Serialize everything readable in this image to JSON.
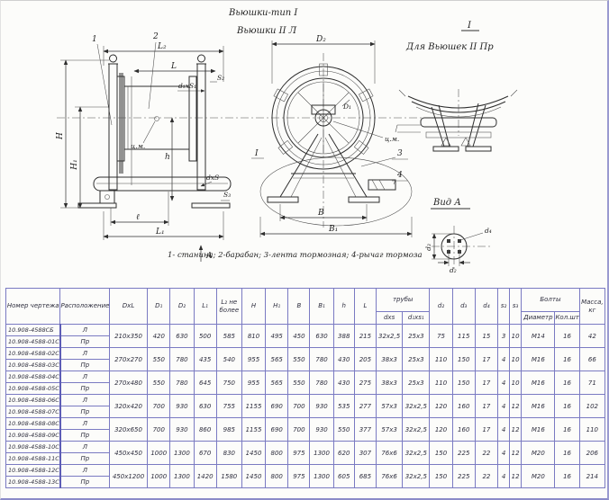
{
  "titles": {
    "type_line": "Вьюшки-тип I",
    "sub_line": "Вьюшки II Л",
    "section_mark": "I",
    "for_line": "Для Вьюшек II Пр",
    "view_a": "Вид А",
    "caption": "1- станина;  2-барабан;  3-лента тормозная;  4-рычаг тормоза"
  },
  "drawing": {
    "callouts": {
      "c1": "1",
      "c2": "2",
      "c3": "3",
      "c4": "4"
    },
    "left": {
      "L2": "L₂",
      "L": "L",
      "s2": "S₂",
      "d1s1": "d₁хS₁",
      "H": "H",
      "H1": "H₁",
      "h": "h",
      "cm": "ц.м.",
      "dxs": "dхS",
      "s3": "S₃",
      "l": "ℓ",
      "L1": "L₁",
      "A": "А"
    },
    "mid": {
      "D2": "D₂",
      "D1": "D₁",
      "cm": "ц.м.",
      "B": "В",
      "B1": "В₁",
      "mark": "I"
    },
    "flange": {
      "d2": "d₂",
      "d3": "d₃",
      "d4": "d₄"
    }
  },
  "table": {
    "headers": {
      "num": "Номер чертежа",
      "pos": "Расположение",
      "dxl": "DхL",
      "d1": "D₁",
      "d2": "D₂",
      "l1": "L₁",
      "l2": "L₂ не более",
      "h": "H",
      "h1": "H₁",
      "b": "B",
      "b1": "B₁",
      "hs": "h",
      "l": "L",
      "pipes": "трубы",
      "pipes_dxs": "dхs",
      "pipes_d1xs1": "d₁хs₁",
      "dd2": "d₂",
      "dd3": "d₃",
      "dd4": "d₄",
      "s2": "s₂",
      "s3": "s₃",
      "bolts": "Болты",
      "bolt_d": "Диаметр",
      "bolt_n": "Кол.шт",
      "mass": "Масса, кг"
    },
    "value_keys": [
      "dxl",
      "d1",
      "d2",
      "l1",
      "l2",
      "h",
      "h1",
      "b",
      "b1",
      "hs",
      "l",
      "pipe_dxs",
      "pipe_d1xs1",
      "dd2",
      "dd3",
      "dd4",
      "s2",
      "s3",
      "bolt_d",
      "bolt_n",
      "mass"
    ],
    "groups": [
      {
        "rows": [
          [
            "10.908-4588СБ",
            "Л"
          ],
          [
            "10.908-4588-01СБ",
            "Пр"
          ]
        ],
        "values": {
          "dxl": "210х350",
          "d1": "420",
          "d2": "630",
          "l1": "500",
          "l2": "585",
          "h": "810",
          "h1": "495",
          "b": "450",
          "b1": "630",
          "hs": "388",
          "l": "215",
          "pipe_dxs": "32х2,5",
          "pipe_d1xs1": "25х3",
          "dd2": "75",
          "dd3": "115",
          "dd4": "15",
          "s2": "3",
          "s3": "10",
          "bolt_d": "М14",
          "bolt_n": "16",
          "mass": "42"
        }
      },
      {
        "rows": [
          [
            "10.908-4588-02СБ",
            "Л"
          ],
          [
            "10.908-4588-03СБ",
            "Пр"
          ]
        ],
        "values": {
          "dxl": "270х270",
          "d1": "550",
          "d2": "780",
          "l1": "435",
          "l2": "540",
          "h": "955",
          "h1": "565",
          "b": "550",
          "b1": "780",
          "hs": "430",
          "l": "205",
          "pipe_dxs": "38х3",
          "pipe_d1xs1": "25х3",
          "dd2": "110",
          "dd3": "150",
          "dd4": "17",
          "s2": "4",
          "s3": "10",
          "bolt_d": "М16",
          "bolt_n": "16",
          "mass": "66"
        }
      },
      {
        "rows": [
          [
            "10.908-4588-04СБ",
            "Л"
          ],
          [
            "10.908-4588-05СБ",
            "Пр"
          ]
        ],
        "values": {
          "dxl": "270х480",
          "d1": "550",
          "d2": "780",
          "l1": "645",
          "l2": "750",
          "h": "955",
          "h1": "565",
          "b": "550",
          "b1": "780",
          "hs": "430",
          "l": "275",
          "pipe_dxs": "38х3",
          "pipe_d1xs1": "25х3",
          "dd2": "110",
          "dd3": "150",
          "dd4": "17",
          "s2": "4",
          "s3": "10",
          "bolt_d": "М16",
          "bolt_n": "16",
          "mass": "71"
        }
      },
      {
        "rows": [
          [
            "10.908-4588-06СБ",
            "Л"
          ],
          [
            "10.908-4588-07СБ",
            "Пр"
          ]
        ],
        "values": {
          "dxl": "320х420",
          "d1": "700",
          "d2": "930",
          "l1": "630",
          "l2": "755",
          "h": "1155",
          "h1": "690",
          "b": "700",
          "b1": "930",
          "hs": "535",
          "l": "277",
          "pipe_dxs": "57х3",
          "pipe_d1xs1": "32х2,5",
          "dd2": "120",
          "dd3": "160",
          "dd4": "17",
          "s2": "4",
          "s3": "12",
          "bolt_d": "М16",
          "bolt_n": "16",
          "mass": "102"
        }
      },
      {
        "rows": [
          [
            "10.908-4588-08СБ",
            "Л"
          ],
          [
            "10.908-4588-09СБ",
            "Пр"
          ]
        ],
        "values": {
          "dxl": "320х650",
          "d1": "700",
          "d2": "930",
          "l1": "860",
          "l2": "985",
          "h": "1155",
          "h1": "690",
          "b": "700",
          "b1": "930",
          "hs": "550",
          "l": "377",
          "pipe_dxs": "57х3",
          "pipe_d1xs1": "32х2,5",
          "dd2": "120",
          "dd3": "160",
          "dd4": "17",
          "s2": "4",
          "s3": "12",
          "bolt_d": "М16",
          "bolt_n": "16",
          "mass": "110"
        }
      },
      {
        "rows": [
          [
            "10.908-4588-10СБ",
            "Л"
          ],
          [
            "10.908-4588-11СБ",
            "Пр"
          ]
        ],
        "values": {
          "dxl": "450х450",
          "d1": "1000",
          "d2": "1300",
          "l1": "670",
          "l2": "830",
          "h": "1450",
          "h1": "800",
          "b": "975",
          "b1": "1300",
          "hs": "620",
          "l": "307",
          "pipe_dxs": "76х6",
          "pipe_d1xs1": "32х2,5",
          "dd2": "150",
          "dd3": "225",
          "dd4": "22",
          "s2": "4",
          "s3": "12",
          "bolt_d": "М20",
          "bolt_n": "16",
          "mass": "206"
        }
      },
      {
        "rows": [
          [
            "10.908-4588-12СБ",
            "Л"
          ],
          [
            "10.908-4588-13СБ",
            "Пр"
          ]
        ],
        "values": {
          "dxl": "450х1200",
          "d1": "1000",
          "d2": "1300",
          "l1": "1420",
          "l2": "1580",
          "h": "1450",
          "h1": "800",
          "b": "975",
          "b1": "1300",
          "hs": "605",
          "l": "685",
          "pipe_dxs": "76х6",
          "pipe_d1xs1": "32х2,5",
          "dd2": "150",
          "dd3": "225",
          "dd4": "22",
          "s2": "4",
          "s3": "12",
          "bolt_d": "М20",
          "bolt_n": "16",
          "mass": "214"
        }
      }
    ]
  }
}
